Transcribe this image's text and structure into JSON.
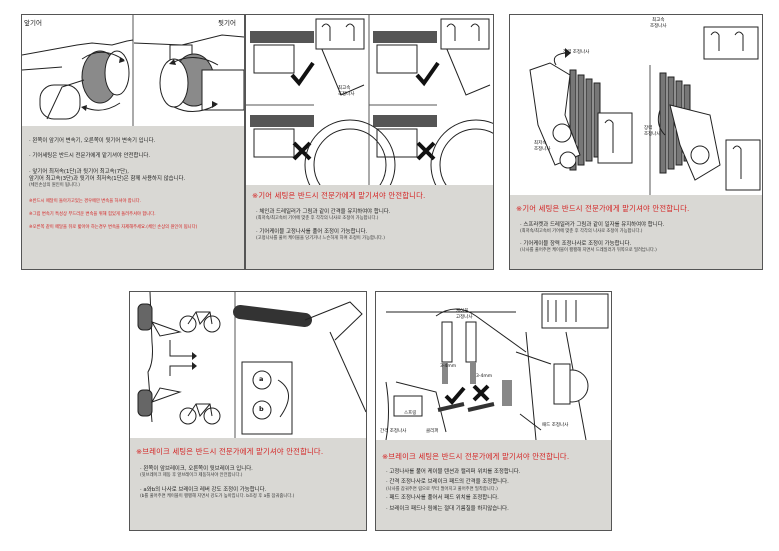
{
  "panel1": {
    "label_left": "앞기어",
    "label_right": "뒷기어",
    "lines": [
      "· 왼쪽이 앞기어 변속기, 오른쪽이 뒷기어 변속기 입니다.",
      "· 기어세팅은 반드시 전문가에게 맡기셔야 안전합니다.",
      "· 앞기어 최저속(1단)과 뒷기어 최고속(7단),",
      "  앞기어 최고속(3단)과 뒷기어 최저속(1단)은 함께 사용하지 않습니다.",
      "  (체인손상의 원인이 됩니다.)"
    ],
    "warnings": [
      "※반드시 페달이 돌아가고있는 경우에만 변속을 하셔야 합니다.",
      "※그립 변속기 특성상 부드러운 변속을 위해 힘있게 돌려주셔야 합니다.",
      "※오른쪽 같이 페달을 뒤로 밟아야 하는경우 변속을 자제해주세요.(체인 손상의 원인이 됩니다)"
    ]
  },
  "panel2": {
    "zoom_label": "최고속\n조정나사",
    "heading": "※기어 세팅은 반드시 전문가에게 맡기셔야 안전합니다.",
    "lines": [
      "· 체인과 드레일러가 그림과 같이 간격을 유지하여야 합니다.",
      "  (최저속/최고속비 기어에 맞춘 후 각각의 나사로 조정이 가능합니다.)",
      "· 기어케이블 고정나사를 풀어 조정이 가능합니다.",
      "  (고정나사를 풀어 케이블을 당기거나 느슨하게 하여 조정이 가능합니다.)"
    ]
  },
  "panel3": {
    "top_label": "최고속\n조정나사",
    "label_tension": "장력 조정나사",
    "label_low": "최저속\n조정나사",
    "label_tension2": "장력\n조정나사",
    "heading": "※기어 세팅은 반드시 전문가에게 맡기셔야 안전합니다.",
    "lines": [
      "· 스프라켓과 드레일러가 그림과 같이 일자를 유지하여야 합니다.",
      "  (최저속/최고속비 기어에 맞춘 후 각각의 나사로 조정이 가능합니다.)",
      "· 기어케이블 장력 조정나사로 조정이 가능합니다.",
      "  (나사를 풀어주면 케이블이 팽팽해 지면서 드레일러가 뒤쪽으로 밀려납니다.)"
    ]
  },
  "panel4": {
    "label_a": "a",
    "label_b": "b",
    "heading": "※브레이크 세팅은 반드시 전문가에게 맡기셔야 안전합니다.",
    "lines": [
      "· 왼쪽이 앞브레이크, 오른쪽이 뒷브레이크 입니다.",
      "  (뒷브레이크 제동 후 앞브레이크 제동하셔야 안전합니다.)",
      "· a와b의 나사로 브레이크 레버 강도 조정이 가능합니다.",
      "  (b를 풀어주면 케이블이 팽팽해 지면서 강도가 높아집니다. b조정 후 a를 잠궈줍니다.)"
    ]
  },
  "panel5": {
    "label_cable": "케이블\n고정나사",
    "label_mm1": "3-4mm",
    "label_mm2": "3-4mm",
    "label_spring": "스프링",
    "label_gap": "간격 조정나사",
    "label_spring2": "클리퍼",
    "label_pad": "패드 조정나사",
    "heading": "※브레이크 세팅은 반드시 전문가에게 맡기셔야 안전합니다.",
    "lines": [
      "· 고정나사를 풀어 케이블 텐션과 캘리퍼 위치를 조정합니다.",
      "· 간격 조정나사로 브레이크 패드의 간격을 조정합니다.",
      "  (나사를 잠궈주면 림으로 부터 멀어지고 풀어주면 밀착합니다.)",
      "· 패드 조정나사를 풀어서 패드 위치를 조정합니다.",
      "· 브레이크 패드나 림에는 절대 기름칠을 하지않습니다."
    ]
  },
  "colors": {
    "warning_red": "#d42020",
    "textbox_gray": "#d9d8d4"
  }
}
